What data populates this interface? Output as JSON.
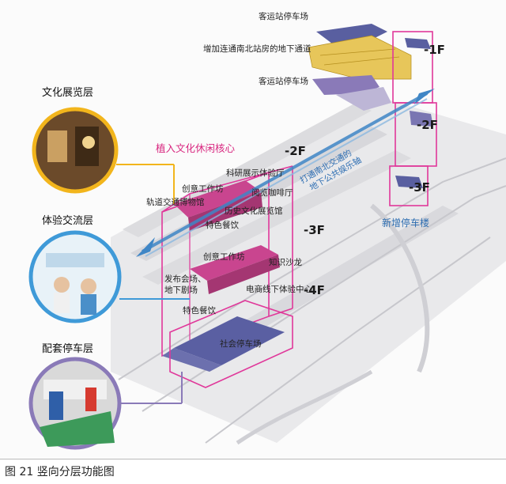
{
  "figure": {
    "caption": "图 21  竖向分层功能图"
  },
  "layers": {
    "culture": "文化展览层",
    "experience": "体验交流层",
    "parking": "配套停车层"
  },
  "floors": {
    "f2_left": "-2F",
    "f3_mid": "-3F",
    "f4_mid": "-4F",
    "f1_right": "-1F",
    "f2_right": "-2F",
    "f3_right": "-3F"
  },
  "labels": {
    "bus_parking_top": "客运站停车场",
    "underpass": "增加连通南北站房的地下通道",
    "bus_parking_mid": "客运站停车场",
    "core": "植入文化休闲核心",
    "research_hall": "科研展示体验厅",
    "creative_studio_top": "创意工作坊",
    "reading_cafe": "阅览咖啡厅",
    "rail_museum": "轨道交通博物馆",
    "history_hall": "历史文化展览馆",
    "special_food_top": "特色餐饮",
    "creative_studio_mid": "创意工作坊",
    "knowledge_salon": "知识沙龙",
    "launch_venue": "发布会场、",
    "underground_theater": "地下剧场",
    "ecommerce": "电商线下体验中心",
    "special_food_mid": "特色餐饮",
    "public_parking": "社会停车场",
    "new_parking": "新增停车楼",
    "axis_line1": "打通南北交通的",
    "axis_line2": "地下公共娱乐轴"
  },
  "colors": {
    "pink": "#e0389a",
    "yellow": "#f2b51c",
    "blue": "#3f86c6",
    "purple": "#8a7ab8",
    "navy": "#595fa0"
  }
}
